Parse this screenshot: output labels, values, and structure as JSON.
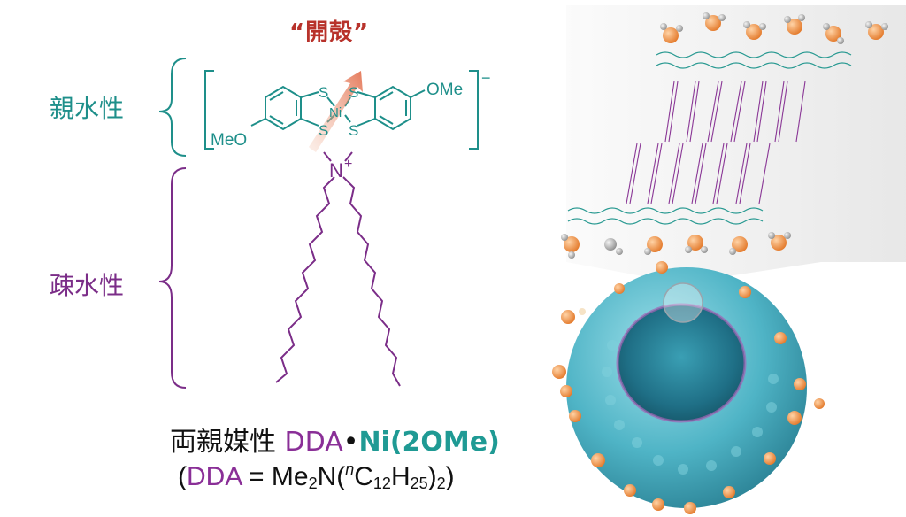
{
  "title_kaikaku": "“開殻”",
  "labels": {
    "hydrophilic": "親水性",
    "hydrophobic": "疎水性"
  },
  "molecule": {
    "ome_right": "OMe",
    "meo_left": "MeO",
    "ni": "Ni",
    "s": "S",
    "n": "N",
    "n_charge": "+",
    "anion_charge": "−"
  },
  "caption": {
    "line1_prefix": "両親媒性 ",
    "line1_dda": "DDA",
    "line1_dot": "•",
    "line1_ni": "Ni(2OMe)",
    "line2_open": "(",
    "line2_dda": "DDA",
    "line2_eq": " = Me",
    "line2_sub2": "2",
    "line2_n": "N(",
    "line2_sup_n": "n",
    "line2_c": "C",
    "line2_sub12": "12",
    "line2_h": "H",
    "line2_sub25": "25",
    "line2_close": ")",
    "line2_sub2b": "2",
    "line2_end": ")"
  },
  "colors": {
    "teal": "#1e8f8a",
    "purple": "#7b2d88",
    "red": "#b8322b",
    "water_o": "#f19a4a",
    "sphere": "#5cc0d0"
  }
}
